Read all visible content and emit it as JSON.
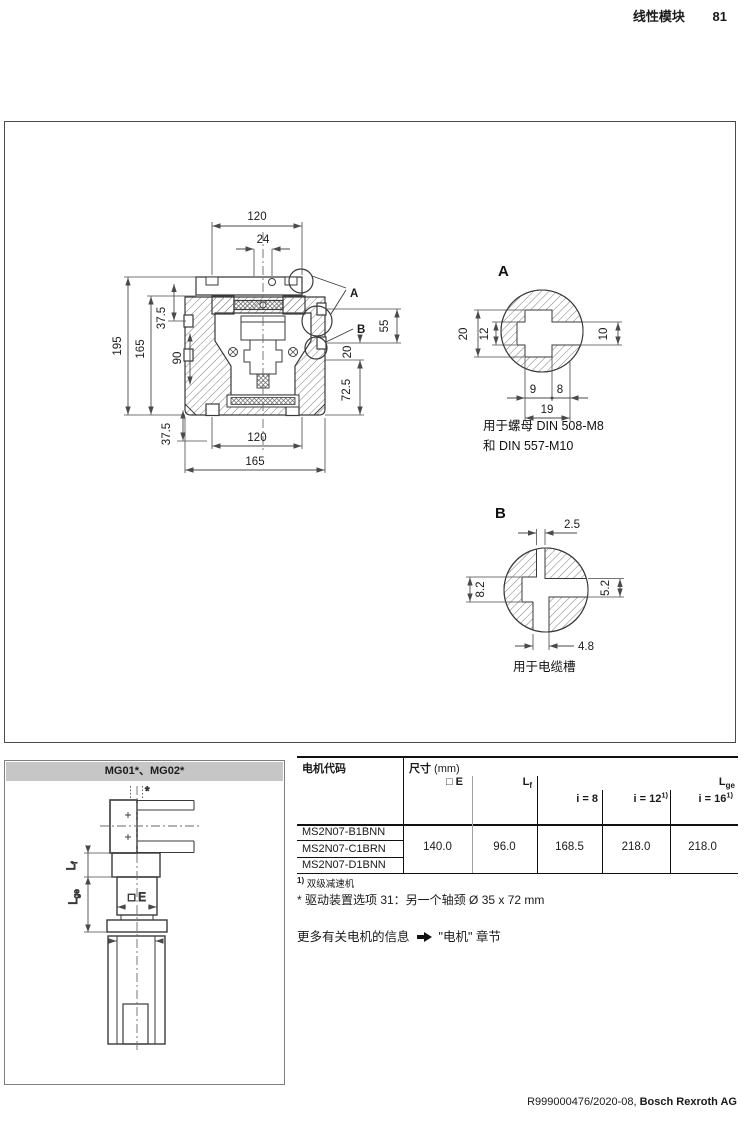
{
  "header": {
    "title": "线性模块",
    "page_number": "81"
  },
  "main_drawing": {
    "callout_a": "A",
    "callout_b": "B",
    "dim_top_120": "120",
    "dim_top_24": "24",
    "dim_left_195": "195",
    "dim_left_165": "165",
    "dim_left_37_5_top": "37.5",
    "dim_left_90": "90",
    "dim_left_37_5_bottom": "37.5",
    "dim_right_55": "55",
    "dim_right_20": "20",
    "dim_right_72_5": "72.5",
    "dim_bottom_120": "120",
    "dim_bottom_165": "165"
  },
  "detail_a": {
    "label": "A",
    "dim_20": "20",
    "dim_12": "12",
    "dim_10": "10",
    "dim_9": "9",
    "dim_8": "8",
    "dim_19": "19",
    "caption_line1": "用于螺母 DIN 508-M8",
    "caption_line2": "和 DIN 557-M10"
  },
  "detail_b": {
    "label": "B",
    "dim_2_5": "2.5",
    "dim_8_2": "8.2",
    "dim_5_2": "5.2",
    "dim_4_8": "4.8",
    "caption": "用于电缆槽"
  },
  "motor_figure": {
    "title": "MG01*、MG02*",
    "star_note": "*",
    "dim_e_label": "□ E",
    "lf_main": "L",
    "lf_sub": "f",
    "lge_main": "L",
    "lge_sub": "ge"
  },
  "table": {
    "header_motor_code": "电机代码",
    "header_dim": "尺寸",
    "header_dim_unit": " (mm)",
    "col_e": "□ E",
    "col_lf_main": "L",
    "col_lf_sub": "f",
    "col_lge_main": "L",
    "col_lge_sub": "ge",
    "col_i8": "i = 8",
    "col_i12": "i = 12",
    "col_i12_sup": "1)",
    "col_i16": "i = 16",
    "col_i16_sup": "1)",
    "rows": [
      {
        "code": "MS2N07-B1BNN"
      },
      {
        "code": "MS2N07-C1BRN"
      },
      {
        "code": "MS2N07-D1BNN"
      }
    ],
    "value_e": "140.0",
    "value_lf": "96.0",
    "value_i8": "168.5",
    "value_i12": "218.0",
    "value_i16": "218.0"
  },
  "notes": {
    "fn1_sup": "1)",
    "fn1_text": "双级减速机",
    "fn2_text": "* 驱动装置选项 31：另一个轴颈 Ø 35 x 72 mm",
    "more_info_pre": "更多有关电机的信息",
    "arrow_icon": "➡",
    "more_info_post": "\"电机\" 章节"
  },
  "footer": {
    "doc_number": "R999000476/2020-08,",
    "brand": "Bosch Rexroth AG"
  }
}
